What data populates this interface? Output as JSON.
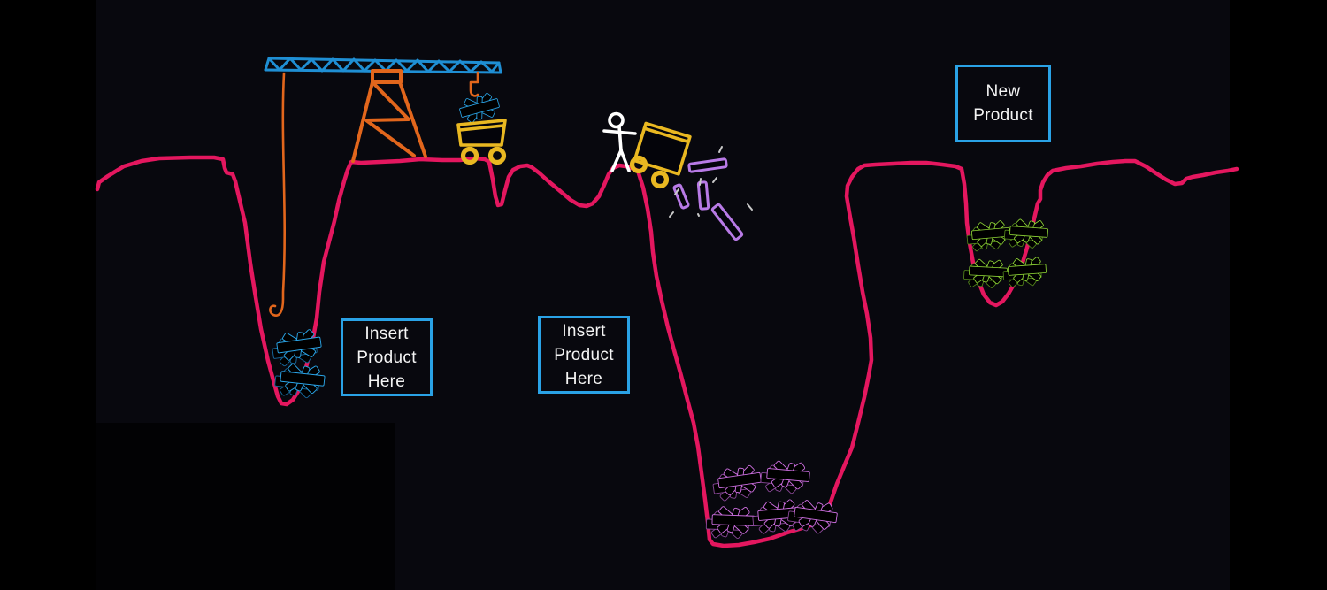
{
  "scene": {
    "style": "hand-drawn whiteboard sketch on black background",
    "elements": [
      "tower-crane-truss",
      "derrick-tower",
      "crane-cable-with-hook",
      "mine-cart-loaded",
      "stick-figure-worker",
      "mine-cart-tipping",
      "falling-product-bars",
      "terrain-with-three-pits",
      "product-jacks-blue",
      "product-jacks-purple",
      "product-jacks-green"
    ]
  },
  "boxes": {
    "left_pit_label": {
      "lines": [
        "Insert",
        "Product",
        "Here"
      ]
    },
    "middle_pit_label": {
      "lines": [
        "Insert",
        "Product",
        "Here"
      ]
    },
    "new_product_label": {
      "lines": [
        "New",
        "Product"
      ]
    }
  },
  "colors": {
    "terrain": "#e4175f",
    "crane": "#1f8fd4",
    "derrick": "#e2661c",
    "cart": "#e9b821",
    "figure": "#ffffff",
    "box_border": "#2aa2e6",
    "blue_jack": "#2aa4e6",
    "blue_jack_dim": "#16689c",
    "purple_jack": "#cd6fe0",
    "purple_jack_dim": "#8a4899",
    "purple_light": "#b87ae6",
    "green_jack": "#8fd636",
    "green_jack_dim": "#55891c"
  }
}
